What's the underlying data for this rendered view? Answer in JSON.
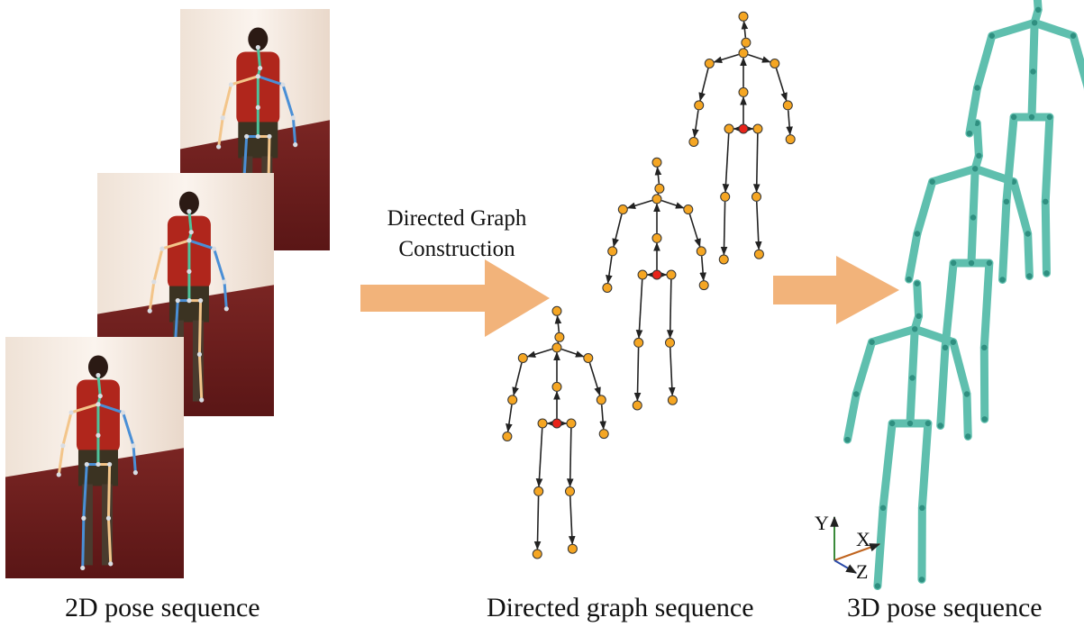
{
  "captions": {
    "pose_2d": "2D pose sequence",
    "graph": "Directed graph sequence",
    "pose_3d": "3D pose sequence"
  },
  "arrow_label": {
    "line1": "Directed Graph",
    "line2": "Construction"
  },
  "axes": {
    "y": "Y",
    "x": "X",
    "z": "Z"
  },
  "colors": {
    "arrow": "#f2b37a",
    "node": "#f5a623",
    "root_node": "#e8231a",
    "skeleton_3d": "#5fbfae",
    "bone_left": "#4a8fd6",
    "bone_right": "#f3c58a",
    "bone_spine": "#4fc29a",
    "photo_wall": "#f6ece4",
    "photo_floor": "#6e1e1e"
  }
}
